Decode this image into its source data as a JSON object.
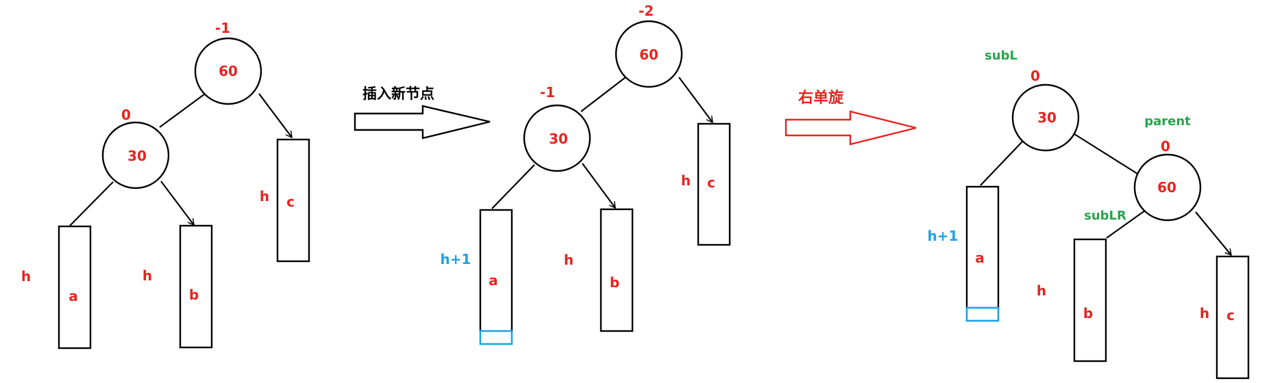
{
  "colors": {
    "line": "#000000",
    "red": "#e8231f",
    "blue": "#1da1e6",
    "green": "#23a64a",
    "white": "#ffffff"
  },
  "stage1": {
    "node60": {
      "value": "60",
      "balance": "-1"
    },
    "node30": {
      "value": "30",
      "balance": "0"
    },
    "subtree_a": {
      "label": "a",
      "height": "h"
    },
    "subtree_b": {
      "label": "b",
      "height": "h"
    },
    "subtree_c": {
      "label": "c",
      "height": "h"
    }
  },
  "arrow_insert": {
    "label": "插入新节点"
  },
  "stage2": {
    "node60": {
      "value": "60",
      "balance": "-2"
    },
    "node30": {
      "value": "30",
      "balance": "-1"
    },
    "subtree_a": {
      "label": "a",
      "height": "h+1"
    },
    "subtree_b": {
      "label": "b",
      "height": "h"
    },
    "subtree_c": {
      "label": "c",
      "height": "h"
    }
  },
  "arrow_rotate": {
    "label": "右单旋"
  },
  "stage3": {
    "node30": {
      "value": "30",
      "balance": "0",
      "tag": "subL"
    },
    "node60": {
      "value": "60",
      "balance": "0",
      "tag": "parent"
    },
    "subtree_a": {
      "label": "a",
      "height": "h+1"
    },
    "subtree_b": {
      "label": "b",
      "height": "h",
      "tag": "subLR"
    },
    "subtree_c": {
      "label": "c",
      "height": "h"
    }
  }
}
